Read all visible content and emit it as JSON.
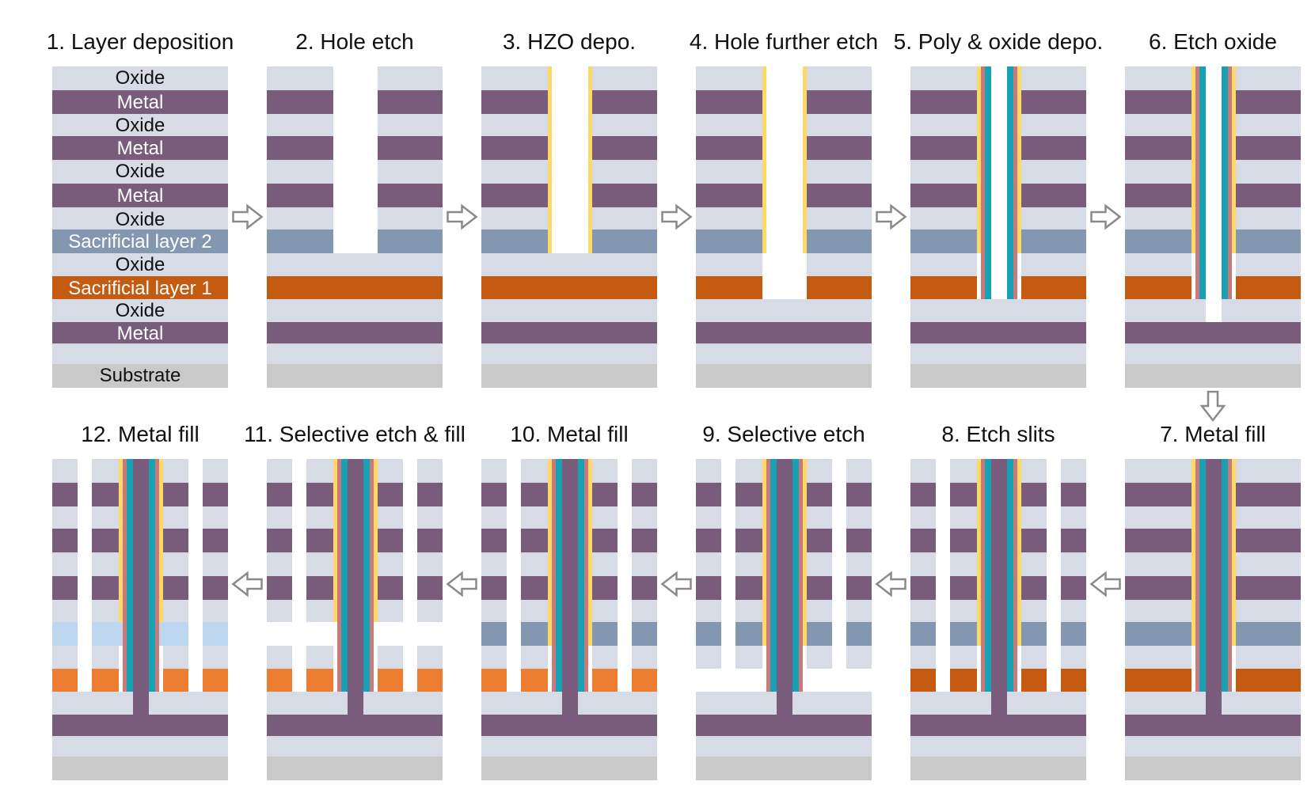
{
  "steps": [
    {
      "number": "1.",
      "title": "Layer deposition"
    },
    {
      "number": "2.",
      "title": "Hole etch"
    },
    {
      "number": "3.",
      "title": "HZO depo."
    },
    {
      "number": "4.",
      "title": "Hole further etch"
    },
    {
      "number": "5.",
      "title": "Poly & oxide depo."
    },
    {
      "number": "6.",
      "title": "Etch oxide"
    },
    {
      "number": "7.",
      "title": "Metal fill"
    },
    {
      "number": "8.",
      "title": "Etch slits"
    },
    {
      "number": "9.",
      "title": "Selective etch"
    },
    {
      "number": "10.",
      "title": "Metal fill"
    },
    {
      "number": "11.",
      "title": "Selective etch & fill"
    },
    {
      "number": "12.",
      "title": "Metal fill"
    }
  ],
  "layer_labels": [
    "Oxide",
    "Metal",
    "Oxide",
    "Metal",
    "Oxide",
    "Metal",
    "Oxide",
    "Sacrificial layer 2",
    "Oxide",
    "Sacrificial layer 1",
    "Oxide",
    "Metal",
    "Substrate"
  ],
  "arrows": {
    "row1": "right",
    "turn": "down",
    "row2": "left"
  },
  "colors": {
    "oxide": "#d6dbe5",
    "metal": "#795b7b",
    "sacrificial_1": "#c55a11",
    "sacrificial_2": "#8497b0",
    "sacrificial_1_replaced": "#ed7d31",
    "sacrificial_2_replaced": "#bdd7ee",
    "substrate": "#c9c9c9",
    "hzo": "#ffd966",
    "poly": "#c9797a",
    "channel": "#17a2b3",
    "background": "#ffffff",
    "arrow": "#8a8a8a",
    "text_dark": "#111111",
    "text_light": "#ffffff"
  }
}
